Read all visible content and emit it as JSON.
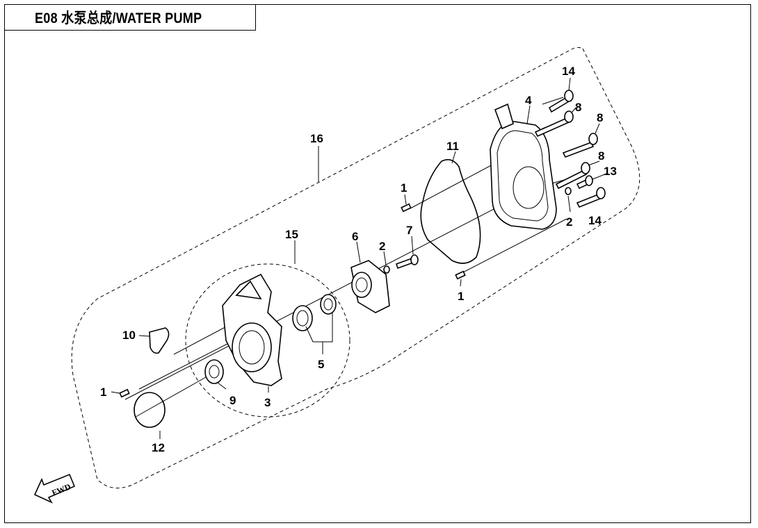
{
  "title": "E08 水泵总成/WATER PUMP",
  "fwd_label": "FWD",
  "callouts": [
    {
      "id": "c14a",
      "label": "14"
    },
    {
      "id": "c4",
      "label": "4"
    },
    {
      "id": "c8a",
      "label": "8"
    },
    {
      "id": "c8b",
      "label": "8"
    },
    {
      "id": "c8c",
      "label": "8"
    },
    {
      "id": "c13",
      "label": "13"
    },
    {
      "id": "c2a",
      "label": "2"
    },
    {
      "id": "c14b",
      "label": "14"
    },
    {
      "id": "c16",
      "label": "16"
    },
    {
      "id": "c11",
      "label": "11"
    },
    {
      "id": "c1a",
      "label": "1"
    },
    {
      "id": "c7",
      "label": "7"
    },
    {
      "id": "c2b",
      "label": "2"
    },
    {
      "id": "c6",
      "label": "6"
    },
    {
      "id": "c15",
      "label": "15"
    },
    {
      "id": "c1b",
      "label": "1"
    },
    {
      "id": "c10",
      "label": "10"
    },
    {
      "id": "c5",
      "label": "5"
    },
    {
      "id": "c1c",
      "label": "1"
    },
    {
      "id": "c9",
      "label": "9"
    },
    {
      "id": "c3",
      "label": "3"
    },
    {
      "id": "c12",
      "label": "12"
    }
  ]
}
